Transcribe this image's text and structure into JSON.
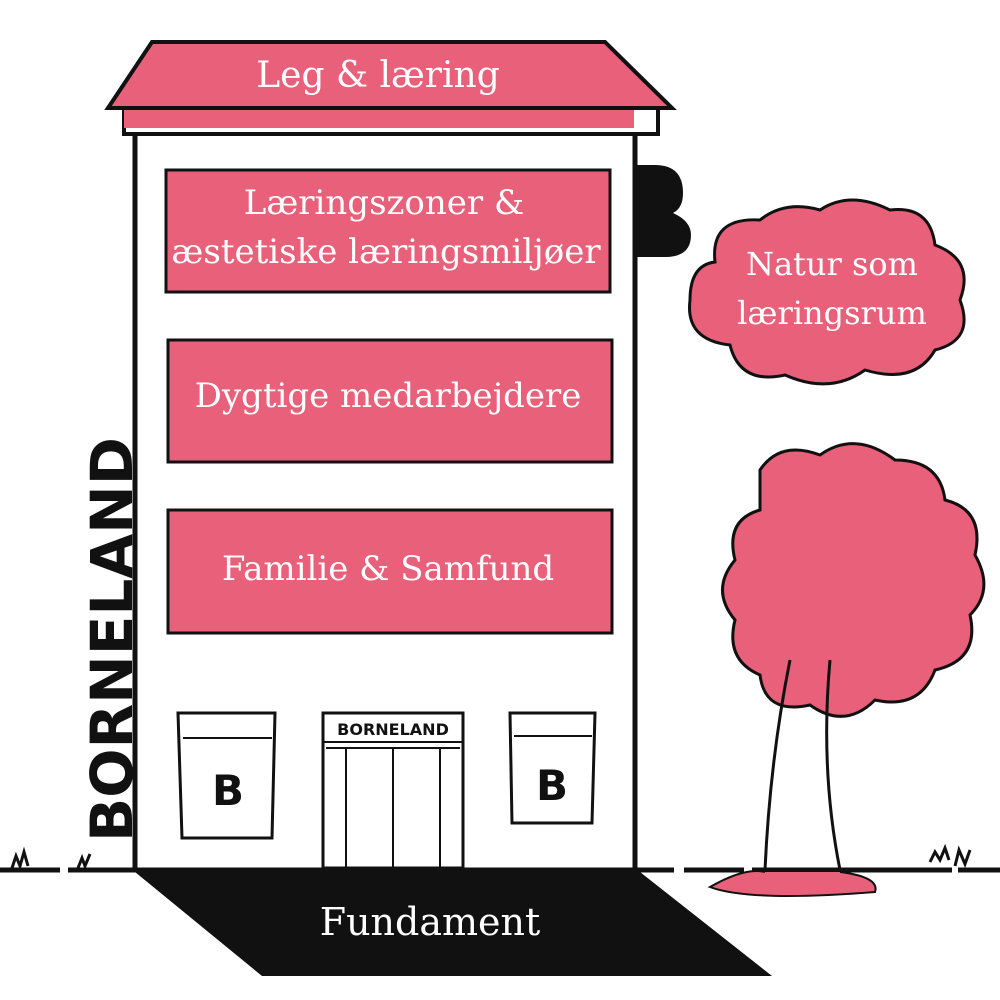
{
  "colors": {
    "pink": "#E8607A",
    "ink": "#111111",
    "white": "#FFFFFF"
  },
  "roof": {
    "label": "Leg & læring"
  },
  "floors": [
    {
      "line1": "Læringszoner &",
      "line2": "æstetiske læringsmiljøer"
    },
    {
      "line1": "Dygtige medarbejdere"
    },
    {
      "line1": "Familie & Samfund"
    }
  ],
  "cloud": {
    "line1": "Natur som",
    "line2": "læringsrum"
  },
  "foundation": {
    "label": "Fundament"
  },
  "brand": {
    "side_text": "BORNELAND",
    "door_sign": "BORNELAND",
    "window_logo": "B"
  }
}
